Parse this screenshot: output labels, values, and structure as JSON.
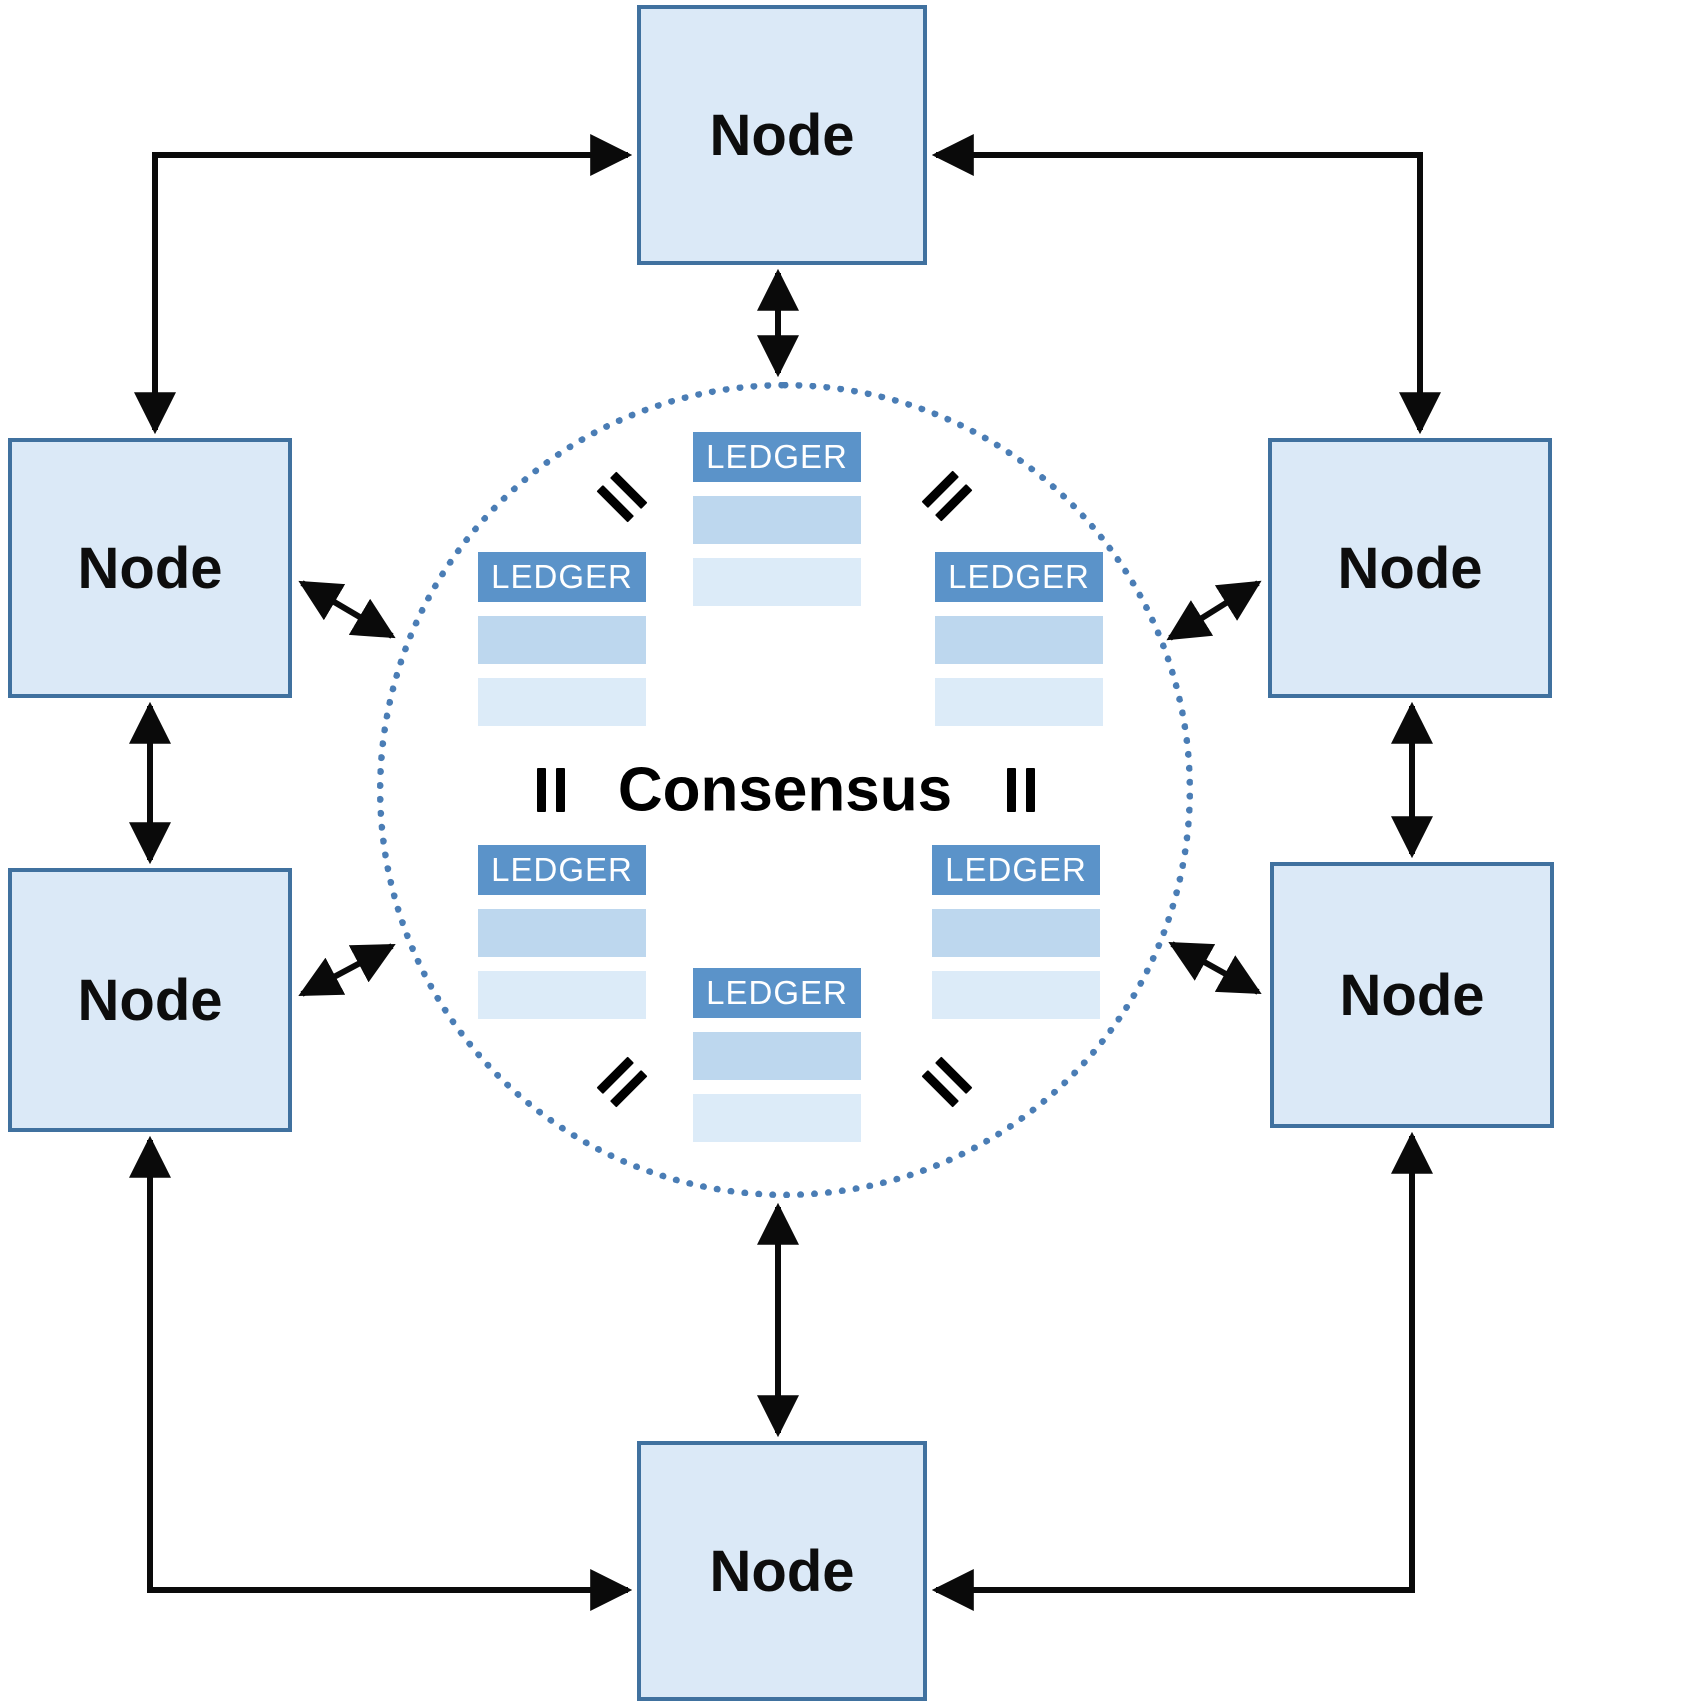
{
  "diagram": {
    "consensus_label": "Consensus",
    "equals_symbol": "=",
    "nodes": [
      "Node",
      "Node",
      "Node",
      "Node",
      "Node",
      "Node"
    ],
    "ledgers": [
      "LEDGER",
      "LEDGER",
      "LEDGER",
      "LEDGER",
      "LEDGER",
      "LEDGER"
    ],
    "colors": {
      "node_fill": "#dbe9f7",
      "node_border": "#40719f",
      "ledger_header": "#5b93c9",
      "ledger_row1": "#bdd7ee",
      "ledger_row2": "#dcebf8",
      "circle_dot": "#4a7db5",
      "arrow": "#0a0a0a"
    }
  }
}
